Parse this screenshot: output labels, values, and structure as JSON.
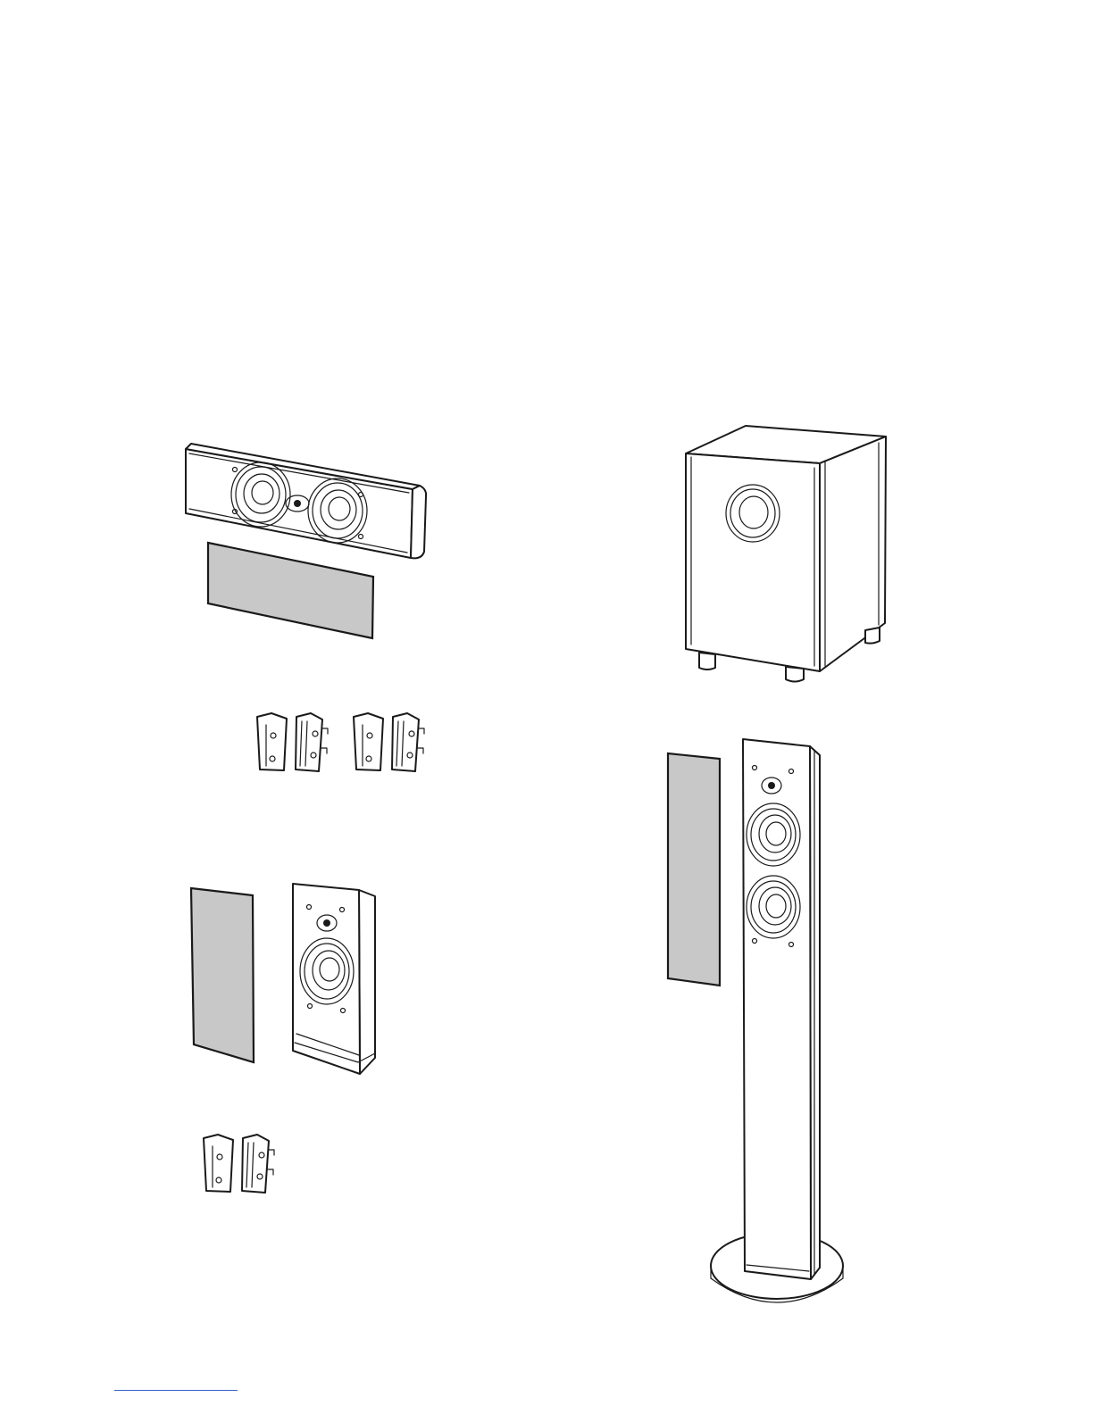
{
  "colors": {
    "line": "#1a1a1a",
    "grille": "#c8c8c8",
    "footer_rule": "#3a5fcd"
  },
  "figures": [
    {
      "name": "center-channel-speaker",
      "icon": "center-speaker-illustration"
    },
    {
      "name": "center-grille",
      "icon": "grille-illustration"
    },
    {
      "name": "center-wall-brackets",
      "icon": "bracket-illustration"
    },
    {
      "name": "subwoofer",
      "icon": "subwoofer-illustration"
    },
    {
      "name": "bookshelf-speaker",
      "icon": "bookshelf-speaker-illustration"
    },
    {
      "name": "bookshelf-grille",
      "icon": "grille-illustration"
    },
    {
      "name": "bookshelf-wall-brackets",
      "icon": "bracket-illustration"
    },
    {
      "name": "tower-speaker",
      "icon": "tower-speaker-illustration"
    },
    {
      "name": "tower-grille",
      "icon": "grille-illustration"
    }
  ]
}
